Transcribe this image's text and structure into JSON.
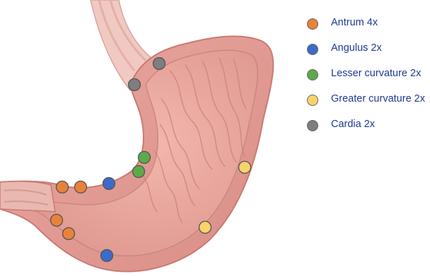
{
  "colors": {
    "antrum": "#E8823A",
    "angulus": "#3C6BC8",
    "lesser": "#5CAA4A",
    "greater": "#F7D46A",
    "cardia": "#7E7E7E",
    "legend_text": "#1f3a93"
  },
  "legend": [
    {
      "label": "Antrum 4x",
      "color_key": "antrum"
    },
    {
      "label": "Angulus  2x",
      "color_key": "angulus"
    },
    {
      "label": "Lesser curvature  2x",
      "color_key": "lesser"
    },
    {
      "label": "Greater curvature  2x",
      "color_key": "greater"
    },
    {
      "label": "Cardia  2x",
      "color_key": "cardia"
    }
  ]
}
